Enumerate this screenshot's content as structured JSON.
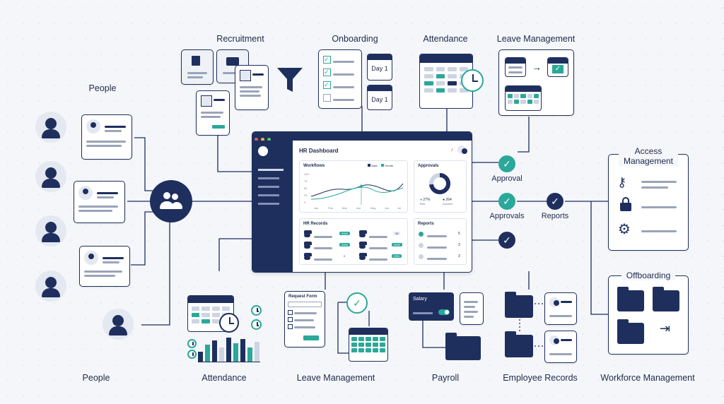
{
  "labels": {
    "recruitment": "Recruitment",
    "onboarding": "Onboarding",
    "attendance_top": "Attendance",
    "leave_top": "Leave Management",
    "people_top": "People",
    "access_management": "Access Management",
    "offboarding": "Offboarding",
    "approval": "Approval",
    "approvals": "Approvals",
    "reports": "Reports",
    "people_bottom": "People",
    "attendance_bottom": "Attendance",
    "leave_bottom": "Leave Management",
    "payroll": "Payroll",
    "employee_records": "Employee Records",
    "workforce_management": "Workforce Management"
  },
  "onboarding": {
    "day_label_1": "Day 1",
    "day_label_2": "Day 1"
  },
  "dashboard": {
    "title": "HR Dashboard",
    "workflows": {
      "title": "Workflows",
      "legend": [
        "Data",
        "Trends"
      ],
      "x_ticks": [
        "Jan",
        "Feb",
        "Mar",
        "Apr",
        "May",
        "Jun",
        "Jul"
      ],
      "y_ticks": [
        "100",
        "75",
        "50",
        "25",
        "0"
      ]
    },
    "approvals": {
      "title": "Approvals",
      "stat1_value": "27%",
      "stat1_label": "Bills",
      "stat2_value": "264",
      "stat2_label": "Awaited",
      "donut_fraction": 0.73
    },
    "hr_records": {
      "title": "HR Records",
      "badges": [
        "0000",
        "0000",
        "0",
        "10",
        "0000",
        "23%"
      ]
    },
    "reports": {
      "title": "Reports",
      "values": [
        "5",
        "3",
        "3"
      ]
    }
  },
  "request_form": {
    "title": "Request Form"
  },
  "payroll": {
    "salary_label": "Salary"
  },
  "colors": {
    "navy": "#1e2f5e",
    "teal": "#2aa89a",
    "background": "#f4f6fa"
  }
}
